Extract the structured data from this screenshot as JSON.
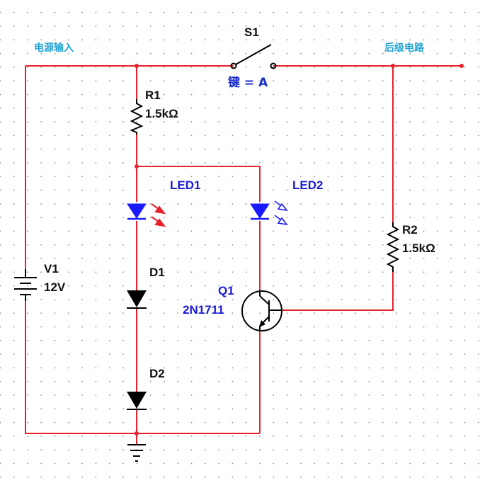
{
  "nets": {
    "input_label": "电源输入",
    "output_label": "后级电路"
  },
  "switch": {
    "name": "S1",
    "key_label": "键 = A"
  },
  "r1": {
    "name": "R1",
    "value": "1.5kΩ"
  },
  "r2": {
    "name": "R2",
    "value": "1.5kΩ"
  },
  "v1": {
    "name": "V1",
    "value": "12V"
  },
  "led1": {
    "name": "LED1",
    "arrow_color": "#e8212a"
  },
  "led2": {
    "name": "LED2",
    "arrow_color": "#1a1aff"
  },
  "d1": {
    "name": "D1"
  },
  "d2": {
    "name": "D2"
  },
  "q1": {
    "name": "Q1",
    "model": "2N1711"
  },
  "colors": {
    "wire": "#e8212a",
    "component": "#000000",
    "diode_led": "#1a1aff",
    "net_label": "#22a6d6"
  }
}
